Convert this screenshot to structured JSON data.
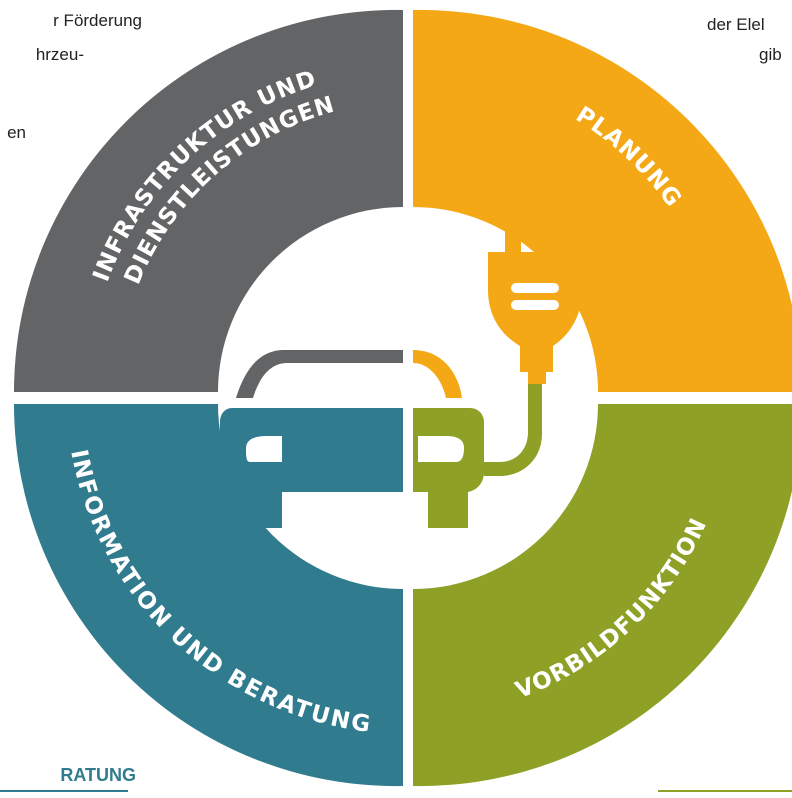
{
  "background_text": {
    "left_line_1": "r Förderung",
    "left_line_2": "hrzeu-",
    "left_line_3": "en",
    "right_line_1": "der Elel",
    "right_line_2": "gib"
  },
  "bottom_heading": "RATUNG",
  "segments": {
    "top_left": {
      "line_1": "INFRASTRUKTUR UND",
      "line_2": "DIENSTLEISTUNGEN",
      "color": "#636466"
    },
    "top_right": {
      "label": "PLANUNG",
      "color": "#f5a815"
    },
    "bottom_left": {
      "label": "INFORMATION UND BERATUNG",
      "color": "#317b8f"
    },
    "bottom_right": {
      "label": "VORBILDFUNKTION",
      "color": "#8ea025"
    }
  },
  "center_icon": "electric-car-with-plug-icon"
}
